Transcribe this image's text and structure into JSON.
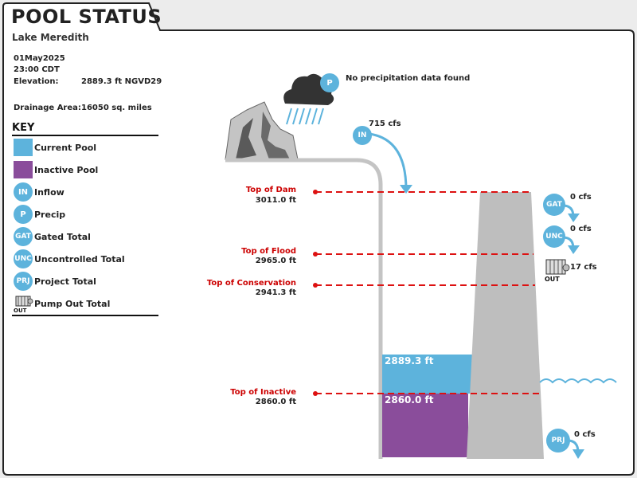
{
  "header": {
    "title": "POOL STATUS",
    "lake": "Lake Meredith"
  },
  "info": {
    "date": "01May2025",
    "time": "23:00 CDT",
    "elevation_label": "Elevation:",
    "elevation_value": "2889.3 ft NGVD29",
    "drainage_label": "Drainage Area:",
    "drainage_value": "16050 sq. miles"
  },
  "key": {
    "title": "KEY",
    "items": [
      {
        "label": "Current Pool",
        "color": "#5db3dc"
      },
      {
        "label": "Inactive Pool",
        "color": "#8a4d9b"
      },
      {
        "label": "Inflow",
        "badge": "IN"
      },
      {
        "label": "Precip",
        "badge": "P"
      },
      {
        "label": "Gated Total",
        "badge": "GAT"
      },
      {
        "label": "Uncontrolled Total",
        "badge": "UNC"
      },
      {
        "label": "Project Total",
        "badge": "PRJ"
      },
      {
        "label": "Pump Out Total",
        "icon": "pump-icon",
        "badge": "OUT"
      }
    ]
  },
  "precip": {
    "badge": "P",
    "text": "No precipitation data found"
  },
  "inflow": {
    "badge": "IN",
    "value": "715 cfs"
  },
  "levels": [
    {
      "name": "Top of Dam",
      "value": "3011.0 ft"
    },
    {
      "name": "Top of Flood",
      "value": "2965.0 ft"
    },
    {
      "name": "Top of Conservation",
      "value": "2941.3 ft"
    },
    {
      "name": "Top of Inactive",
      "value": "2860.0 ft"
    }
  ],
  "pool": {
    "current": "2889.3 ft",
    "inactive": "2860.0 ft",
    "current_color": "#5db3dc",
    "inactive_color": "#8a4d9b"
  },
  "outflows": {
    "gated": {
      "badge": "GAT",
      "value": "0 cfs"
    },
    "uncontrolled": {
      "badge": "UNC",
      "value": "0 cfs"
    },
    "pump": {
      "badge": "OUT",
      "value": "17 cfs"
    },
    "project": {
      "badge": "PRJ",
      "value": "0 cfs"
    }
  },
  "colors": {
    "level_line": "#dd1111",
    "dam": "#bebebe",
    "badge": "#5db3dc"
  }
}
